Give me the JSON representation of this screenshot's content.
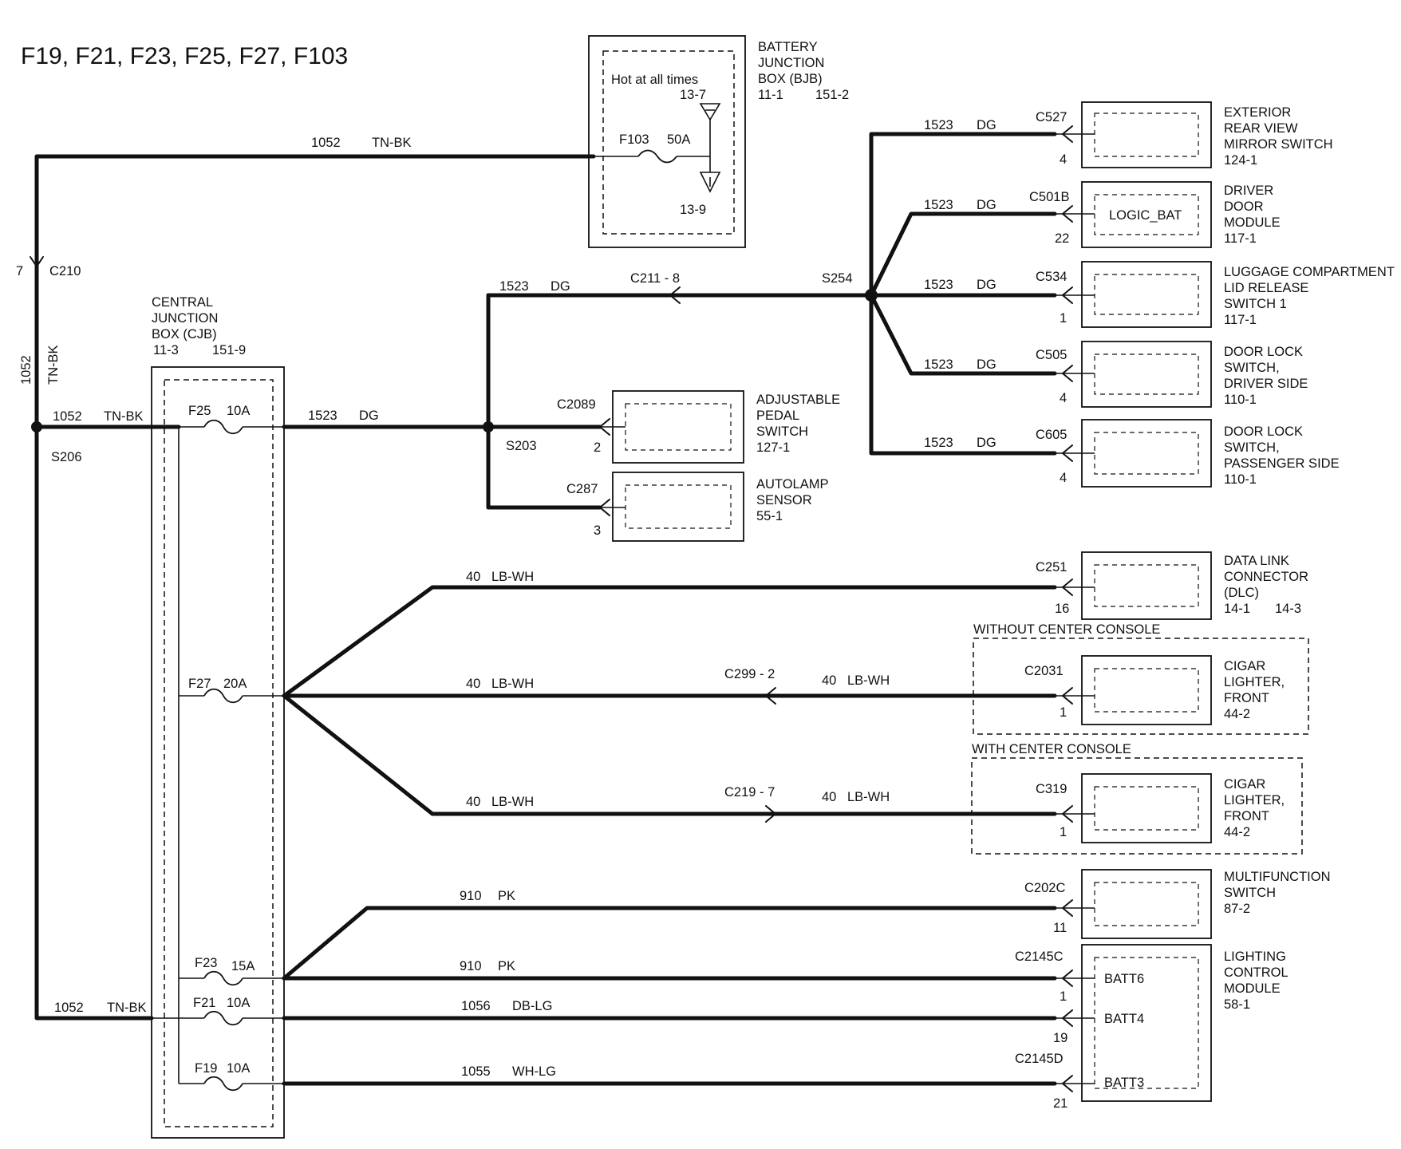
{
  "title": "F19, F21, F23, F25, F27, F103",
  "bjb": {
    "name": [
      "BATTERY",
      "JUNCTION",
      "BOX (BJB)"
    ],
    "refs": [
      "11-1",
      "151-2"
    ],
    "note": "Hot at all times",
    "pins": [
      "13-7",
      "13-9"
    ],
    "fuse": "F103",
    "rating": "50A"
  },
  "cjb": {
    "name": [
      "CENTRAL",
      "JUNCTION",
      "BOX (CJB)"
    ],
    "refs": [
      "11-3",
      "151-9"
    ],
    "fuses": [
      {
        "id": "F25",
        "rating": "10A"
      },
      {
        "id": "F27",
        "rating": "20A"
      },
      {
        "id": "F23",
        "rating": "15A"
      },
      {
        "id": "F21",
        "rating": "10A"
      },
      {
        "id": "F19",
        "rating": "10A"
      }
    ]
  },
  "left": {
    "c210": "C210",
    "c210_pin": "7",
    "s206": "S206",
    "circuit": "1052",
    "color": "TN-BK"
  },
  "s203": "S203",
  "s254": "S254",
  "c211": "C211  -  8",
  "c299": "C299  -  2",
  "c219": "C219  -  7",
  "dg_wire": {
    "circuit": "1523",
    "color": "DG"
  },
  "lb_wire": {
    "circuit": "40",
    "color": "LB-WH"
  },
  "pk_wire": {
    "circuit": "910",
    "color": "PK"
  },
  "wire_1056": {
    "circuit": "1056",
    "color": "DB-LG"
  },
  "wire_1055": {
    "circuit": "1055",
    "color": "WH-LG"
  },
  "components": {
    "mirror": {
      "name": [
        "EXTERIOR",
        "REAR VIEW",
        "MIRROR SWITCH"
      ],
      "ref": "124-1",
      "connector": "C527",
      "pin": "4"
    },
    "ddm": {
      "name": [
        "DRIVER",
        "DOOR",
        "MODULE"
      ],
      "ref": "117-1",
      "connector": "C501B",
      "pin": "22",
      "inner": "LOGIC_BAT"
    },
    "luggage": {
      "name": [
        "LUGGAGE COMPARTMENT",
        "LID RELEASE",
        "SWITCH 1"
      ],
      "ref": "117-1",
      "connector": "C534",
      "pin": "1"
    },
    "lock_driver": {
      "name": [
        "DOOR LOCK",
        "SWITCH,",
        "DRIVER SIDE"
      ],
      "ref": "110-1",
      "connector": "C505",
      "pin": "4"
    },
    "lock_pass": {
      "name": [
        "DOOR LOCK",
        "SWITCH,",
        "PASSENGER SIDE"
      ],
      "ref": "110-1",
      "connector": "C605",
      "pin": "4"
    },
    "pedal": {
      "name": [
        "ADJUSTABLE",
        "PEDAL",
        "SWITCH"
      ],
      "ref": "127-1",
      "connector": "C2089",
      "pin": "2"
    },
    "autolamp": {
      "name": [
        "AUTOLAMP",
        "SENSOR"
      ],
      "ref": "55-1",
      "connector": "C287",
      "pin": "3"
    },
    "dlc": {
      "name": [
        "DATA LINK",
        "CONNECTOR",
        "(DLC)"
      ],
      "refs": [
        "14-1",
        "14-3"
      ],
      "connector": "C251",
      "pin": "16"
    },
    "cigar1": {
      "group": "WITHOUT CENTER CONSOLE",
      "name": [
        "CIGAR",
        "LIGHTER,",
        "FRONT"
      ],
      "ref": "44-2",
      "connector": "C2031",
      "pin": "1"
    },
    "cigar2": {
      "group": "WITH CENTER CONSOLE",
      "name": [
        "CIGAR",
        "LIGHTER,",
        "FRONT"
      ],
      "ref": "44-2",
      "connector": "C319",
      "pin": "1"
    },
    "mfs": {
      "name": [
        "MULTIFUNCTION",
        "SWITCH"
      ],
      "ref": "87-2",
      "connector": "C202C",
      "pin": "11"
    },
    "lcm": {
      "name": [
        "LIGHTING",
        "CONTROL",
        "MODULE"
      ],
      "ref": "58-1",
      "connector_top": "C2145C",
      "connector_bottom": "C2145D",
      "pins": [
        "1",
        "19",
        "21"
      ],
      "inner": [
        "BATT6",
        "BATT4",
        "BATT3"
      ]
    }
  }
}
